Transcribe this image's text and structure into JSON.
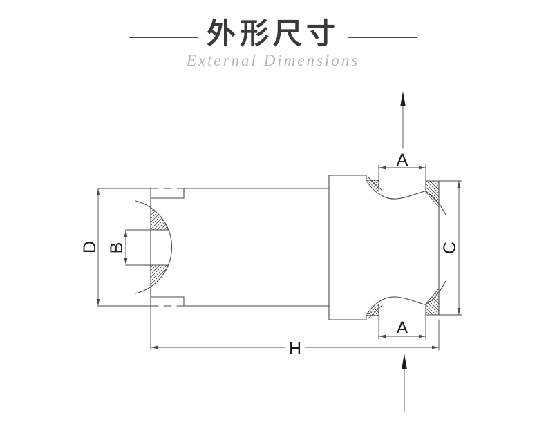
{
  "title": {
    "zh": "外形尺寸",
    "en": "External Dimensions"
  },
  "drawing": {
    "labels": {
      "A_top": "A",
      "A_bottom": "A",
      "B": "B",
      "C": "C",
      "D": "D",
      "H": "H"
    }
  },
  "colors": {
    "background": "#ffffff",
    "title_text": "#3b3937",
    "subtitle_text": "#b7b5b4",
    "rule_line": "#4e4b48",
    "drawing_line": "#4a4a4a",
    "label_text": "#1c1c1c"
  }
}
